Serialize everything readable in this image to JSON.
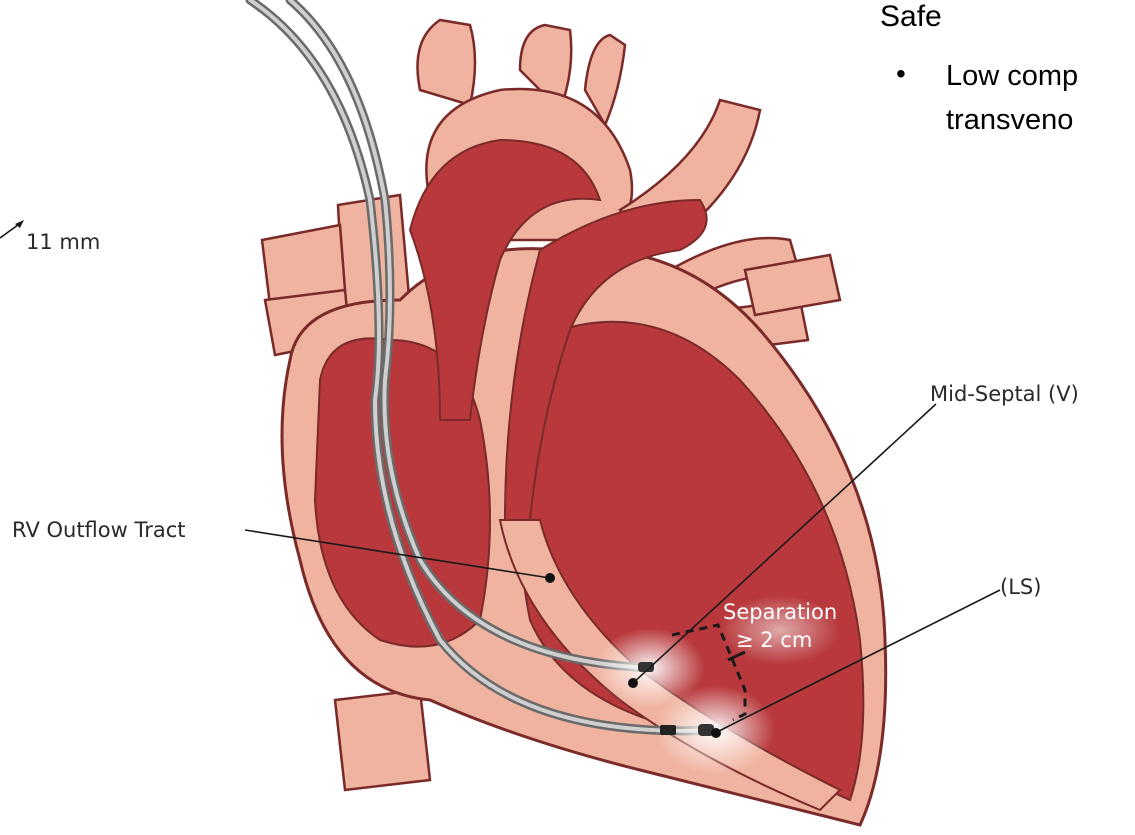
{
  "slide": {
    "heading": "Safe",
    "bullet_marker": "•",
    "bullet_line1": "Low comp",
    "bullet_line2": "transveno"
  },
  "labels": {
    "diameter": "11 mm",
    "rv_outflow": "RV Outflow Tract",
    "mid_septal": "Mid-Septal (V)",
    "ls": "(LS)",
    "separation_line1": "Separation",
    "separation_line2": "≥ 2 cm"
  },
  "colors": {
    "muscle_light": "#f0b3a0",
    "muscle_dark": "#b8383b",
    "outline": "#7a2a28",
    "lead_gray": "#8a8a8a",
    "label_text": "#2a2a2a"
  }
}
